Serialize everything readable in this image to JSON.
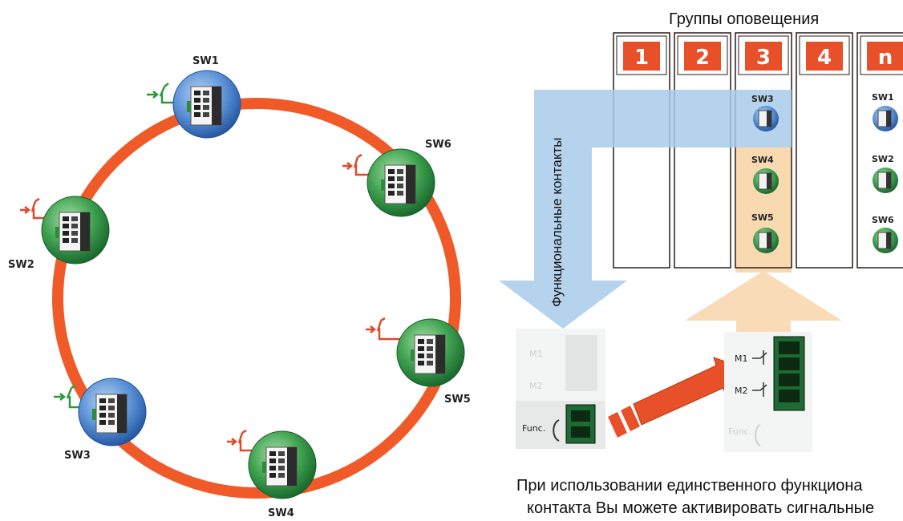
{
  "ring": {
    "nodes": [
      {
        "label": "SW1",
        "color": "blue"
      },
      {
        "label": "SW6",
        "color": "green"
      },
      {
        "label": "SW2",
        "color": "green"
      },
      {
        "label": "SW5",
        "color": "green"
      },
      {
        "label": "SW3",
        "color": "blue"
      },
      {
        "label": "SW4",
        "color": "green"
      }
    ]
  },
  "groups": {
    "title": "Группы оповещения",
    "columns": [
      "1",
      "2",
      "3",
      "4",
      "n"
    ],
    "col3_members": [
      "SW3",
      "SW4",
      "SW5"
    ],
    "coln_members": [
      "SW1",
      "SW2",
      "SW6"
    ]
  },
  "arrow_label": "Функциональные контакты",
  "left_module": {
    "m1": "M1",
    "m2": "M2",
    "func": "Func."
  },
  "right_module": {
    "m1": "M1",
    "m2": "M2",
    "func": "Func."
  },
  "caption_lines": [
    "При использовании единственного функциона",
    "контакта Вы можете активировать сигнальные"
  ],
  "colors": {
    "ring": "#f05a28",
    "group_number_bg": "#e8502a",
    "blue_band": "#a9cbea",
    "orange_band": "#f8d9b0",
    "node_blue": "#3d78c4",
    "node_green": "#2f9a48"
  }
}
